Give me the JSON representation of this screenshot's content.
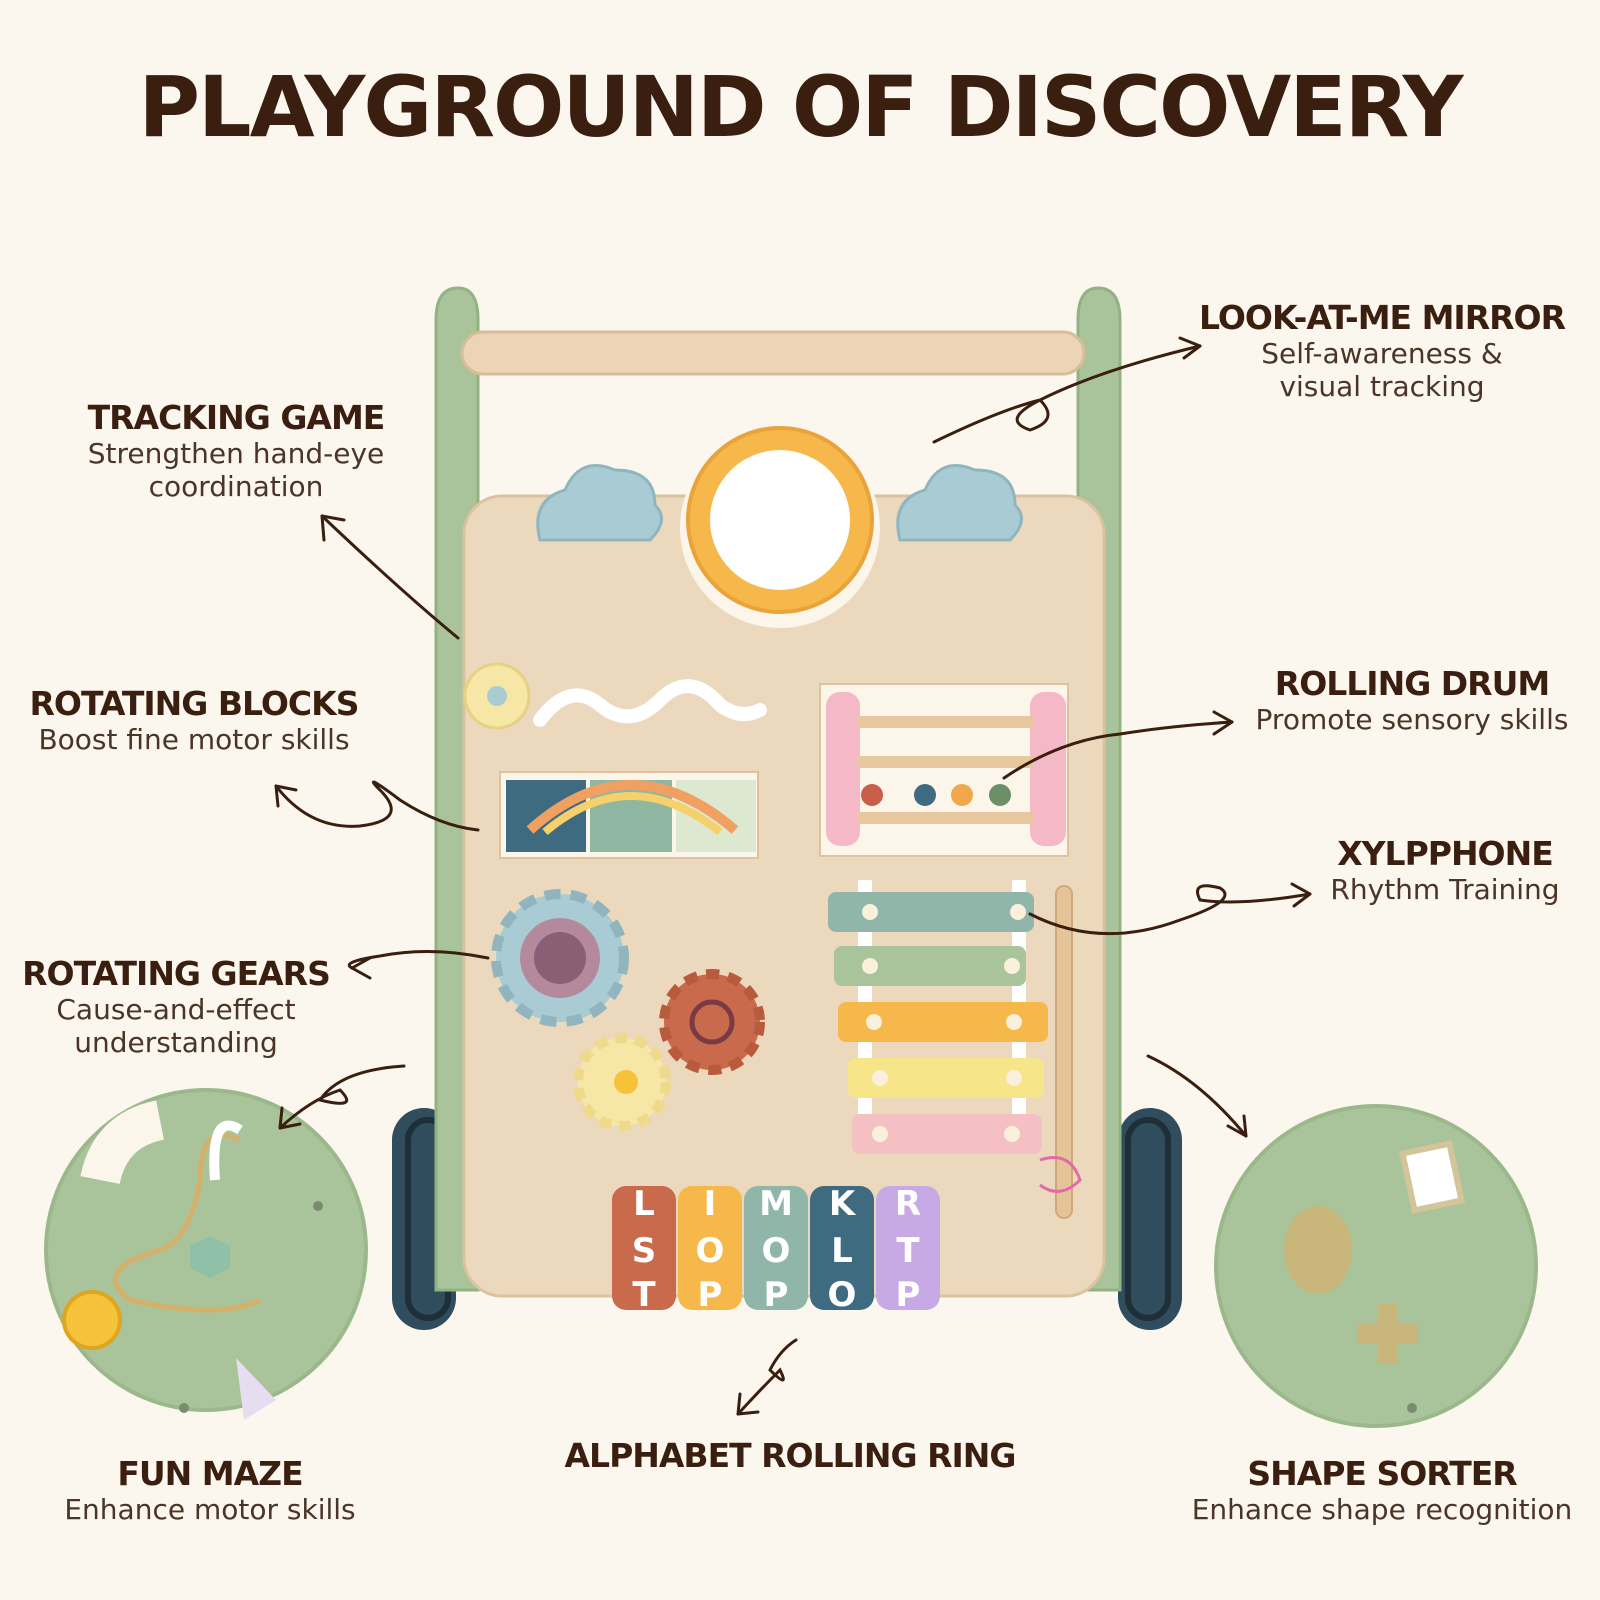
{
  "title": "PLAYGROUND OF DISCOVERY",
  "callouts": {
    "tracking_game": {
      "heading": "TRACKING GAME",
      "sub": "Strengthen hand-eye\ncoordination"
    },
    "rotating_blocks": {
      "heading": "ROTATING BLOCKS",
      "sub": "Boost fine motor skills"
    },
    "rotating_gears": {
      "heading": "ROTATING GEARS",
      "sub": "Cause-and-effect\nunderstanding"
    },
    "fun_maze": {
      "heading": "FUN MAZE",
      "sub": "Enhance motor skills"
    },
    "alphabet_ring": {
      "heading": "ALPHABET ROLLING RING"
    },
    "mirror": {
      "heading": "LOOK-AT-ME MIRROR",
      "sub": "Self-awareness &\nvisual tracking"
    },
    "rolling_drum": {
      "heading": "ROLLING DRUM",
      "sub": "Promote sensory skills"
    },
    "xylophone": {
      "heading": "XYLPPHONE",
      "sub": "Rhythm Training"
    },
    "shape_sorter": {
      "heading": "SHAPE SORTER",
      "sub": "Enhance shape recognition"
    }
  },
  "ring_letters": [
    {
      "top": "L",
      "mid": "S",
      "bot": "T"
    },
    {
      "top": "I",
      "mid": "O",
      "bot": "P"
    },
    {
      "top": "M",
      "mid": "O",
      "bot": "P"
    },
    {
      "top": "K",
      "mid": "L",
      "bot": "O"
    },
    {
      "top": "R",
      "mid": "T",
      "bot": "P"
    }
  ],
  "colors": {
    "background": "#fcf7ee",
    "text": "#3a1f10",
    "sage_green": "#a9c49a",
    "wood": "#ecd9bd",
    "navy_wheel": "#2f4d5c"
  }
}
